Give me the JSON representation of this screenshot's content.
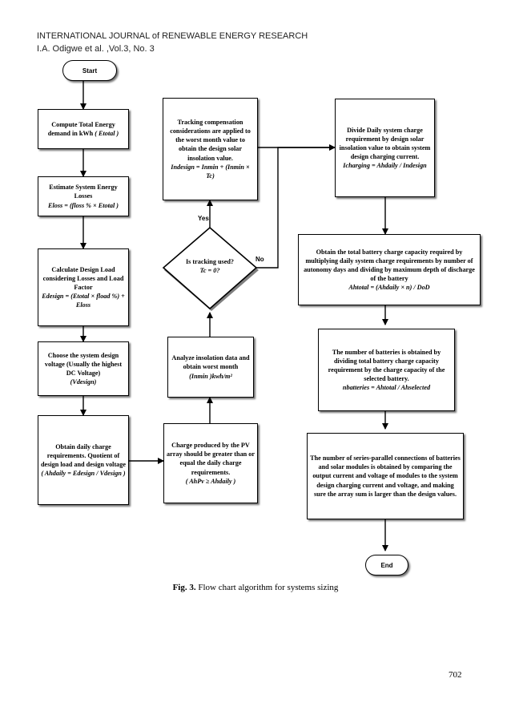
{
  "header": {
    "journal": "INTERNATIONAL JOURNAL of RENEWABLE ENERGY RESEARCH",
    "authors": "I.A. Odigwe et al. ,Vol.3, No. 3"
  },
  "flowchart": {
    "start": "Start",
    "end": "End",
    "compute": {
      "text": "Compute Total Energy demand in kWh",
      "eq": "( Etotal )"
    },
    "losses": {
      "text": "Estimate System Energy Losses",
      "eq": "Eloss = (floss % × Etotal )"
    },
    "design_load": {
      "text": "Calculate Design Load considering Losses and Load Factor",
      "eq": "Edesign = (Etotal × fload %) + Eloss"
    },
    "voltage": {
      "text": "Choose the system design voltage (Usually the highest DC Voltage)",
      "eq": "(Vdesign)"
    },
    "daily_charge": {
      "text": "Obtain daily charge requirements. Quotient of design load and design voltage",
      "eq": "( Ahdaily = Edesign / Vdesign )"
    },
    "pv_charge": {
      "text": "Charge produced by the PV array should be greater than or equal the daily charge requirements.",
      "eq": "( AhPv ≥ Ahdaily )"
    },
    "insolation": {
      "text": "Analyze insolation data and obtain worst month",
      "eq": "(Inmin )kwh/m²"
    },
    "decision": {
      "text": "Is tracking used?",
      "eq": "Tc = 0?"
    },
    "yes": "Yes",
    "no": "No",
    "tracking": {
      "text": "Tracking compensation considerations are applied to the worst month value to obtain the design solar insolation value.",
      "eq": "Indesign = Inmin + (Inmin × Tc)"
    },
    "divide": {
      "text": "Divide Daily system charge requirement by design solar insolation value to obtain system design charging current.",
      "eq": "Icharging = Ahdaily / Indesign"
    },
    "battery_capacity": {
      "text": "Obtain the total battery charge capacity required by multiplying daily system charge requirements by number of autonomy days and dividing by maximum depth of discharge of the battery",
      "eq": "Ahtotal = (Ahdaily × n) / DoD"
    },
    "num_batteries": {
      "text": "The number of batteries is obtained by dividing total battery charge capacity requirement by the charge capacity of the selected battery.",
      "eq": "nbatteries = Ahtotal / Ahselected"
    },
    "series_parallel": {
      "text": "The number of series-parallel connections of batteries and solar modules is obtained by comparing the output current and voltage of modules to the system design charging current and voltage, and making sure the array sum is larger than the design values."
    }
  },
  "caption": {
    "label": "Fig. 3.",
    "text": " Flow chart algorithm for systems sizing"
  },
  "page_number": "702"
}
